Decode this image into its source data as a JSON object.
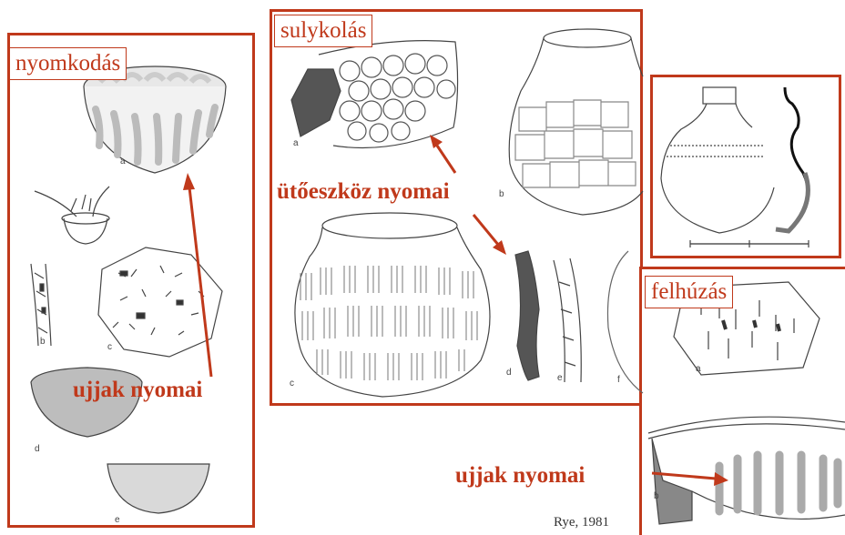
{
  "colors": {
    "frame": "#c0391b",
    "ink": "#444444"
  },
  "panels": {
    "pinching": {
      "label": "nyomkodás",
      "annotation": "ujjak nyomai"
    },
    "paddling": {
      "label": "sulykolás",
      "annotation": "ütőeszköz nyomai"
    },
    "drawing": {
      "label": "felhúzás",
      "annotation": "ujjak nyomai"
    }
  },
  "figure_letters": {
    "pinching": [
      "a",
      "b",
      "c",
      "d",
      "e"
    ],
    "paddling": [
      "a",
      "b",
      "c",
      "d",
      "e",
      "f"
    ],
    "drawing": [
      "a",
      "b"
    ]
  },
  "citation": "Rye, 1981"
}
